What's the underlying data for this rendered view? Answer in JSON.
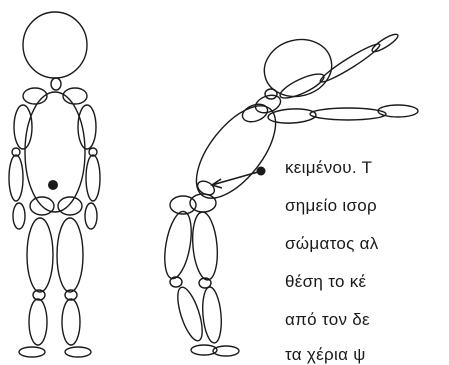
{
  "text_fragment": {
    "lines": [
      "κειμένου. Τ",
      "σημείο ισορ",
      "σώματος αλ",
      "θέση το κέ",
      "από τον δε",
      "τα χέρια ψ"
    ]
  },
  "colors": {
    "ink": "#1a1a1a",
    "background": "#ffffff"
  }
}
